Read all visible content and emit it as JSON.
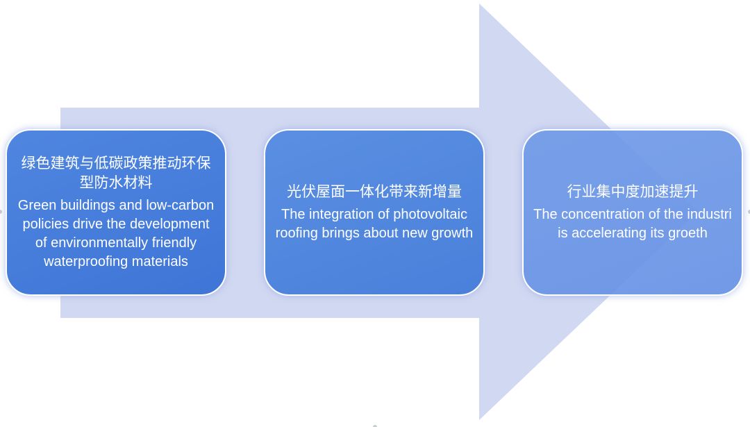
{
  "colors": {
    "arrow_fill": "#c9d1ee",
    "card_dark": "#3f75d6",
    "card_mid": "#4a80da",
    "card_light": "#709be8",
    "text": "#ffffff"
  },
  "steps": [
    {
      "title_zh": "绿色建筑与低碳政策推动环保型防水材料",
      "text_en": "Green buildings and low-carbon policies drive the development of environmentally friendly waterproofing materials"
    },
    {
      "title_zh": "光伏屋面一体化带来新增量",
      "text_en": "The integration of photovoltaic roofing brings about new growth"
    },
    {
      "title_zh": "行业集中度加速提升",
      "text_en": "The concentration of the industri is accelerating its groeth"
    }
  ]
}
